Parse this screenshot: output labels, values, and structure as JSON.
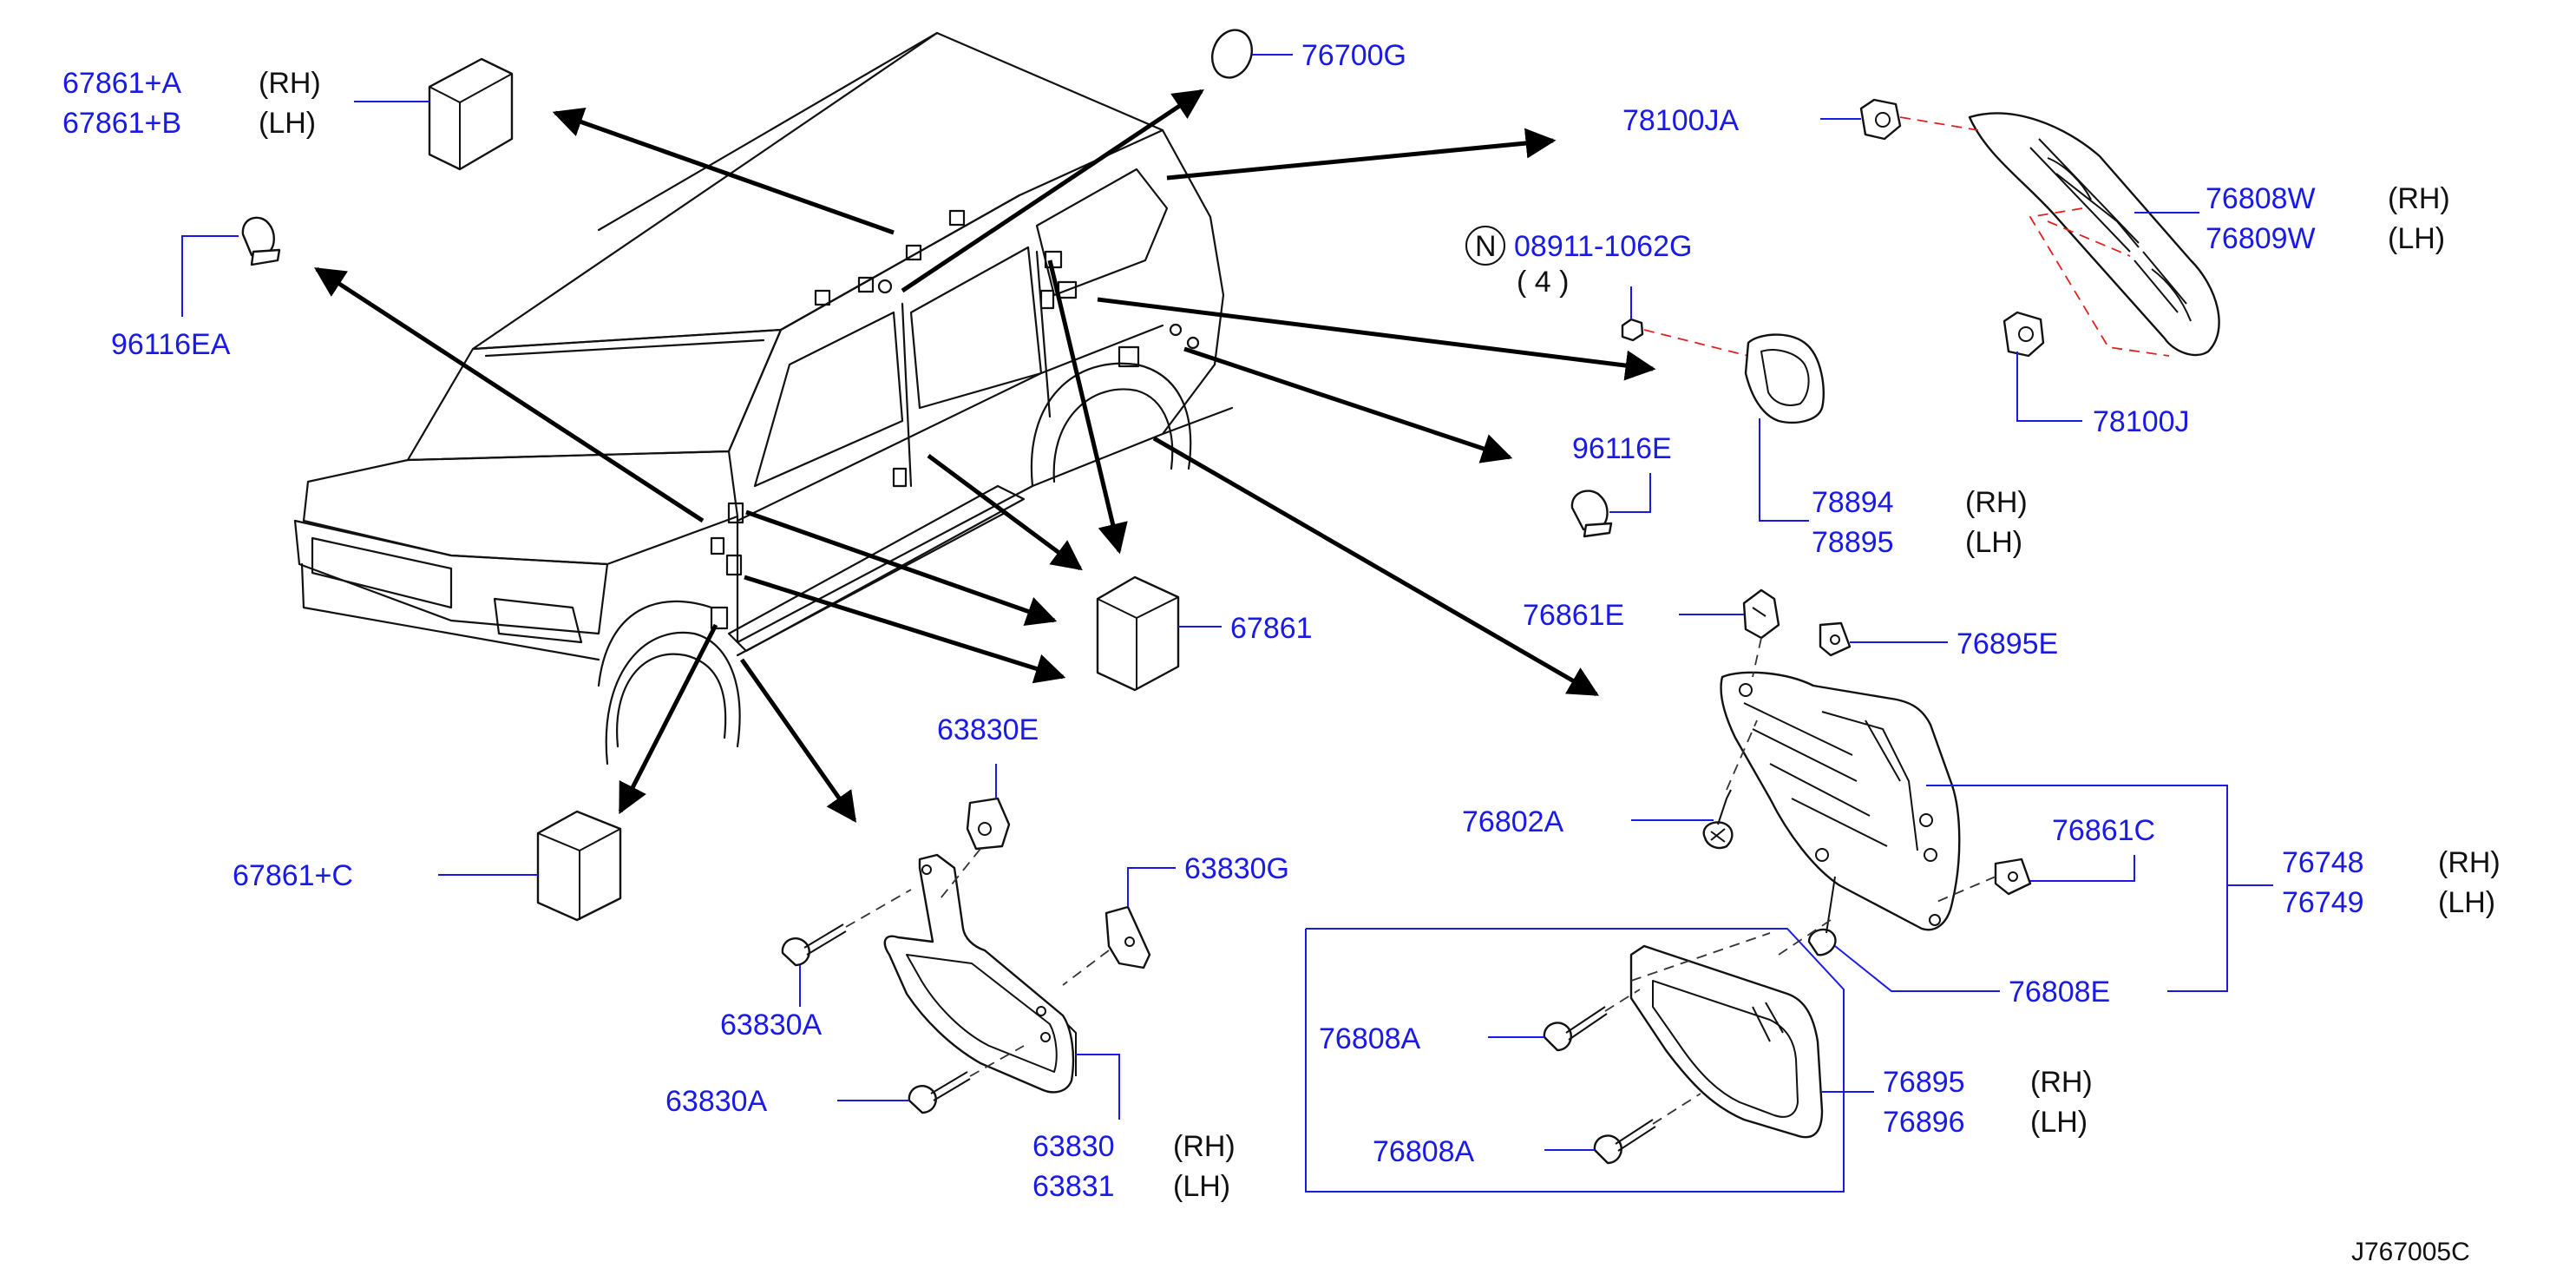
{
  "diagram_ref": "J767005C",
  "callouts": {
    "c67861a": "67861+A",
    "c67861b": "67861+B",
    "c96116ea": "96116EA",
    "c76700g": "76700G",
    "c78100ja": "78100JA",
    "c76808w": "76808W",
    "c76809w": "76809W",
    "c78100j": "78100J",
    "c08911": "08911-1062G",
    "c08911_qty": "( 4 )",
    "c08911_n": "N",
    "c96116e": "96116E",
    "c78894": "78894",
    "c78895": "78895",
    "c67861": "67861",
    "c76861e": "76861E",
    "c76895e": "76895E",
    "c76802a": "76802A",
    "c76861c": "76861C",
    "c76748": "76748",
    "c76749": "76749",
    "c76808e": "76808E",
    "c67861c": "67861+C",
    "c63830e": "63830E",
    "c63830g": "63830G",
    "c63830a_1": "63830A",
    "c63830a_2": "63830A",
    "c63830": "63830",
    "c63831": "63831",
    "c76808a_1": "76808A",
    "c76808a_2": "76808A",
    "c76895": "76895",
    "c76896": "76896"
  },
  "sides": {
    "rh": "(RH)",
    "lh": "(LH)"
  },
  "colors": {
    "part_number": "#1a1ae6",
    "line_work": "#111111",
    "guide_dash": "#e02020"
  }
}
